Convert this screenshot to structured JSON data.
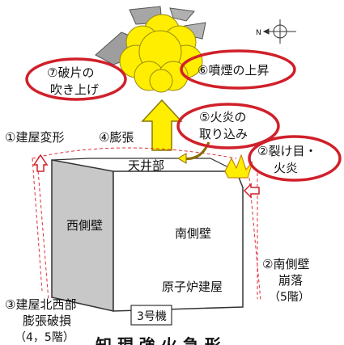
{
  "labels": {
    "debris": [
      "⑦破片の",
      "吹き上げ"
    ],
    "smoke": "⑥噴煙の上昇",
    "fire_intake": [
      "⑤火炎の",
      "取り込み"
    ],
    "crack_fire": [
      "②裂け目・",
      "火炎"
    ],
    "building_deform": "①建屋変形",
    "expansion": "④膨張",
    "ceiling": "天井部",
    "west_wall": "西側壁",
    "south_wall": "南側壁",
    "south_collapse": [
      "②南側壁",
      "崩落",
      "（5階）"
    ],
    "reactor_bldg": "原子炉建屋",
    "nw_damage": [
      "③建屋北西部",
      "膨張破損",
      "（4，5階）"
    ],
    "unit": "3号機",
    "bottom_cut": "知 現 強 火 急 形",
    "compass_n": "N"
  },
  "colors": {
    "accent_red": "#d0202a",
    "yellow": "#ffee00",
    "dashed_red": "#e0303a",
    "building_gray": "#c8c8c8",
    "building_white": "#ffffff"
  }
}
